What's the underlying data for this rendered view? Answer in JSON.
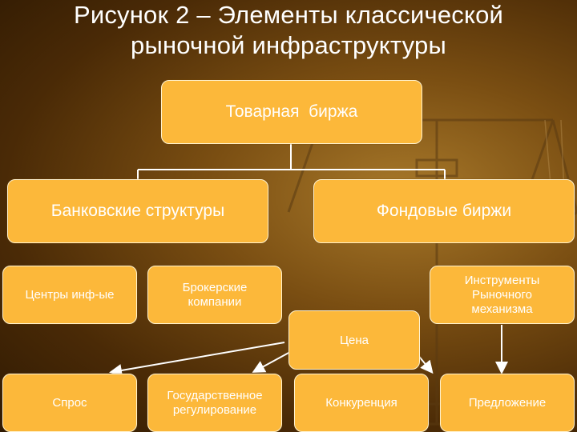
{
  "title": {
    "line1": "Рисунок 2 – Элементы классической",
    "line2": "рыночной инфраструктуры"
  },
  "nodes": {
    "tovarnaya_birzha": "Товарная  биржа",
    "bankovskie": "Банковские структуры",
    "fondovye": "Фондовые биржи",
    "centry": "Центры инф-ые",
    "brokerskie": "Брокерские компании",
    "instrumenty": "Инструменты Рыночного механизма",
    "cena": "Цена",
    "spros": "Спрос",
    "gos_regulirovanie": "Государственное регулирование",
    "konkurenciya": "Конкуренция",
    "predlozhenie": "Предложение"
  },
  "colors": {
    "box_fill": "#fcb83a",
    "box_border": "#fff2d0",
    "text": "#ffffff",
    "background": "#7a4e12"
  },
  "background_icon": "balance-scale-icon"
}
